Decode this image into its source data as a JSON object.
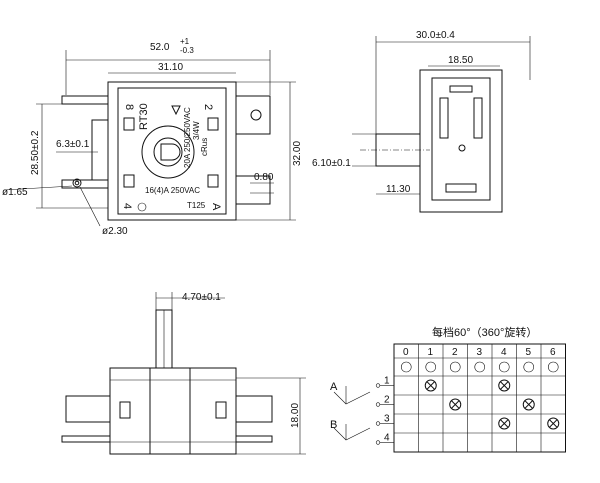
{
  "dimensions": {
    "overall_width": "52.0",
    "overall_width_tol_top": "+1",
    "overall_width_tol_bottom": "-0.3",
    "body_width": "31.10",
    "height_28": "28.50±0.2",
    "pin_offset": "6.3±0.1",
    "hole_dia": "ø1.65",
    "pin_dia": "ø2.30",
    "height_32": "32.00",
    "tab_thickness": "0.80",
    "side_width": "30.0±0.4",
    "side_inner": "18.50",
    "shaft_dia": "6.10±0.1",
    "shaft_len": "11.30",
    "shaft_flat": "4.70±0.1",
    "body_height": "18.00"
  },
  "face_markings": {
    "model": "RT30",
    "pos_8": "8",
    "pos_2": "2",
    "pos_4": "4",
    "pos_a": "A",
    "current": "16(4)A 250VAC",
    "t_rating": "T125",
    "rating2": "20A 250/250VAC",
    "rating3": "3/4W",
    "cert": "cRus"
  },
  "table": {
    "title": "每档60°（360°旋转）",
    "columns": [
      "0",
      "1",
      "2",
      "3",
      "4",
      "5",
      "6"
    ],
    "rows": [
      "1",
      "2",
      "3",
      "4"
    ],
    "contacts": [
      {
        "row": 0,
        "col": 1
      },
      {
        "row": 0,
        "col": 4
      },
      {
        "row": 1,
        "col": 2
      },
      {
        "row": 1,
        "col": 5
      },
      {
        "row": 2,
        "col": 4
      },
      {
        "row": 2,
        "col": 6
      }
    ]
  },
  "circuit": {
    "label_a": "A",
    "label_b": "B"
  }
}
